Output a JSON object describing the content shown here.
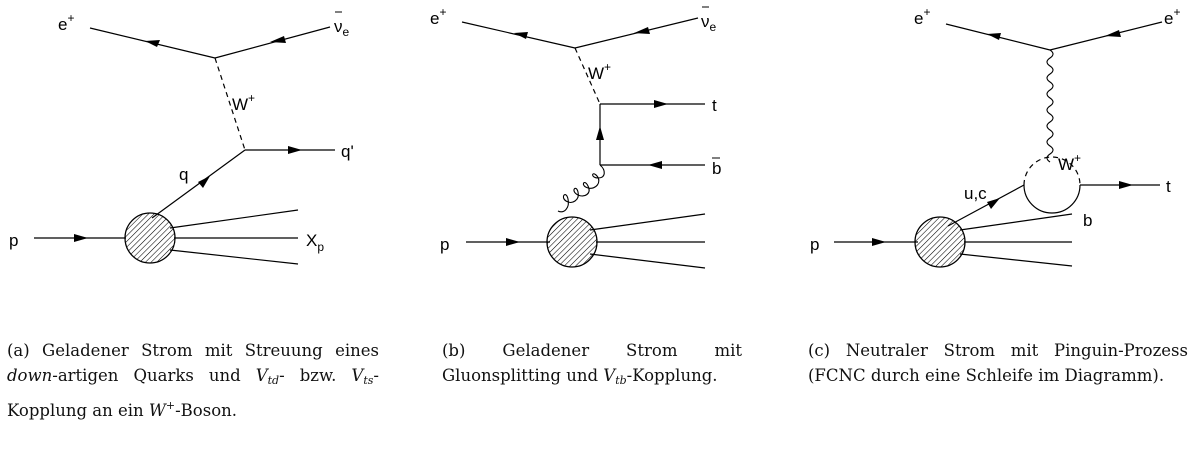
{
  "diagrams": [
    {
      "labels": {
        "e_plus": "e",
        "e_plus_sup": "+",
        "nu": "ν",
        "nu_sub": "e",
        "w": "W",
        "w_sup": "+",
        "q": "q",
        "q_prime": "q'",
        "p": "p",
        "x": "X",
        "x_sub": "p"
      },
      "caption": {
        "part1": "(a) Geladener Strom mit Streu­ung eines ",
        "italic": "down",
        "part2": "-artigen Quarks und ",
        "v1": "V",
        "v1_sub": "td",
        "mid": "- bzw. ",
        "v2": "V",
        "v2_sub": "ts",
        "part3": "-Kopplung an ein ",
        "w": "W",
        "w_sup": "+",
        "part4": "-Boson."
      }
    },
    {
      "labels": {
        "e_plus": "e",
        "e_plus_sup": "+",
        "nu": "ν",
        "nu_sub": "e",
        "w": "W",
        "w_sup": "+",
        "t": "t",
        "b": "b",
        "p": "p"
      },
      "caption": {
        "part1": "(b) Geladener Strom mit Gluonsplitting und ",
        "v": "V",
        "v_sub": "tb",
        "part2": "-Kopplung."
      }
    },
    {
      "labels": {
        "e_plus_left": "e",
        "e_plus_left_sup": "+",
        "e_plus_right": "e",
        "e_plus_right_sup": "+",
        "w": "W",
        "w_sup": "+",
        "uc": "u,c",
        "t": "t",
        "b": "b",
        "p": "p"
      },
      "caption": {
        "text": "(c) Neutraler Strom mit Pinguin-Prozess (FCNC durch eine Schleife im Diagramm)."
      }
    }
  ]
}
